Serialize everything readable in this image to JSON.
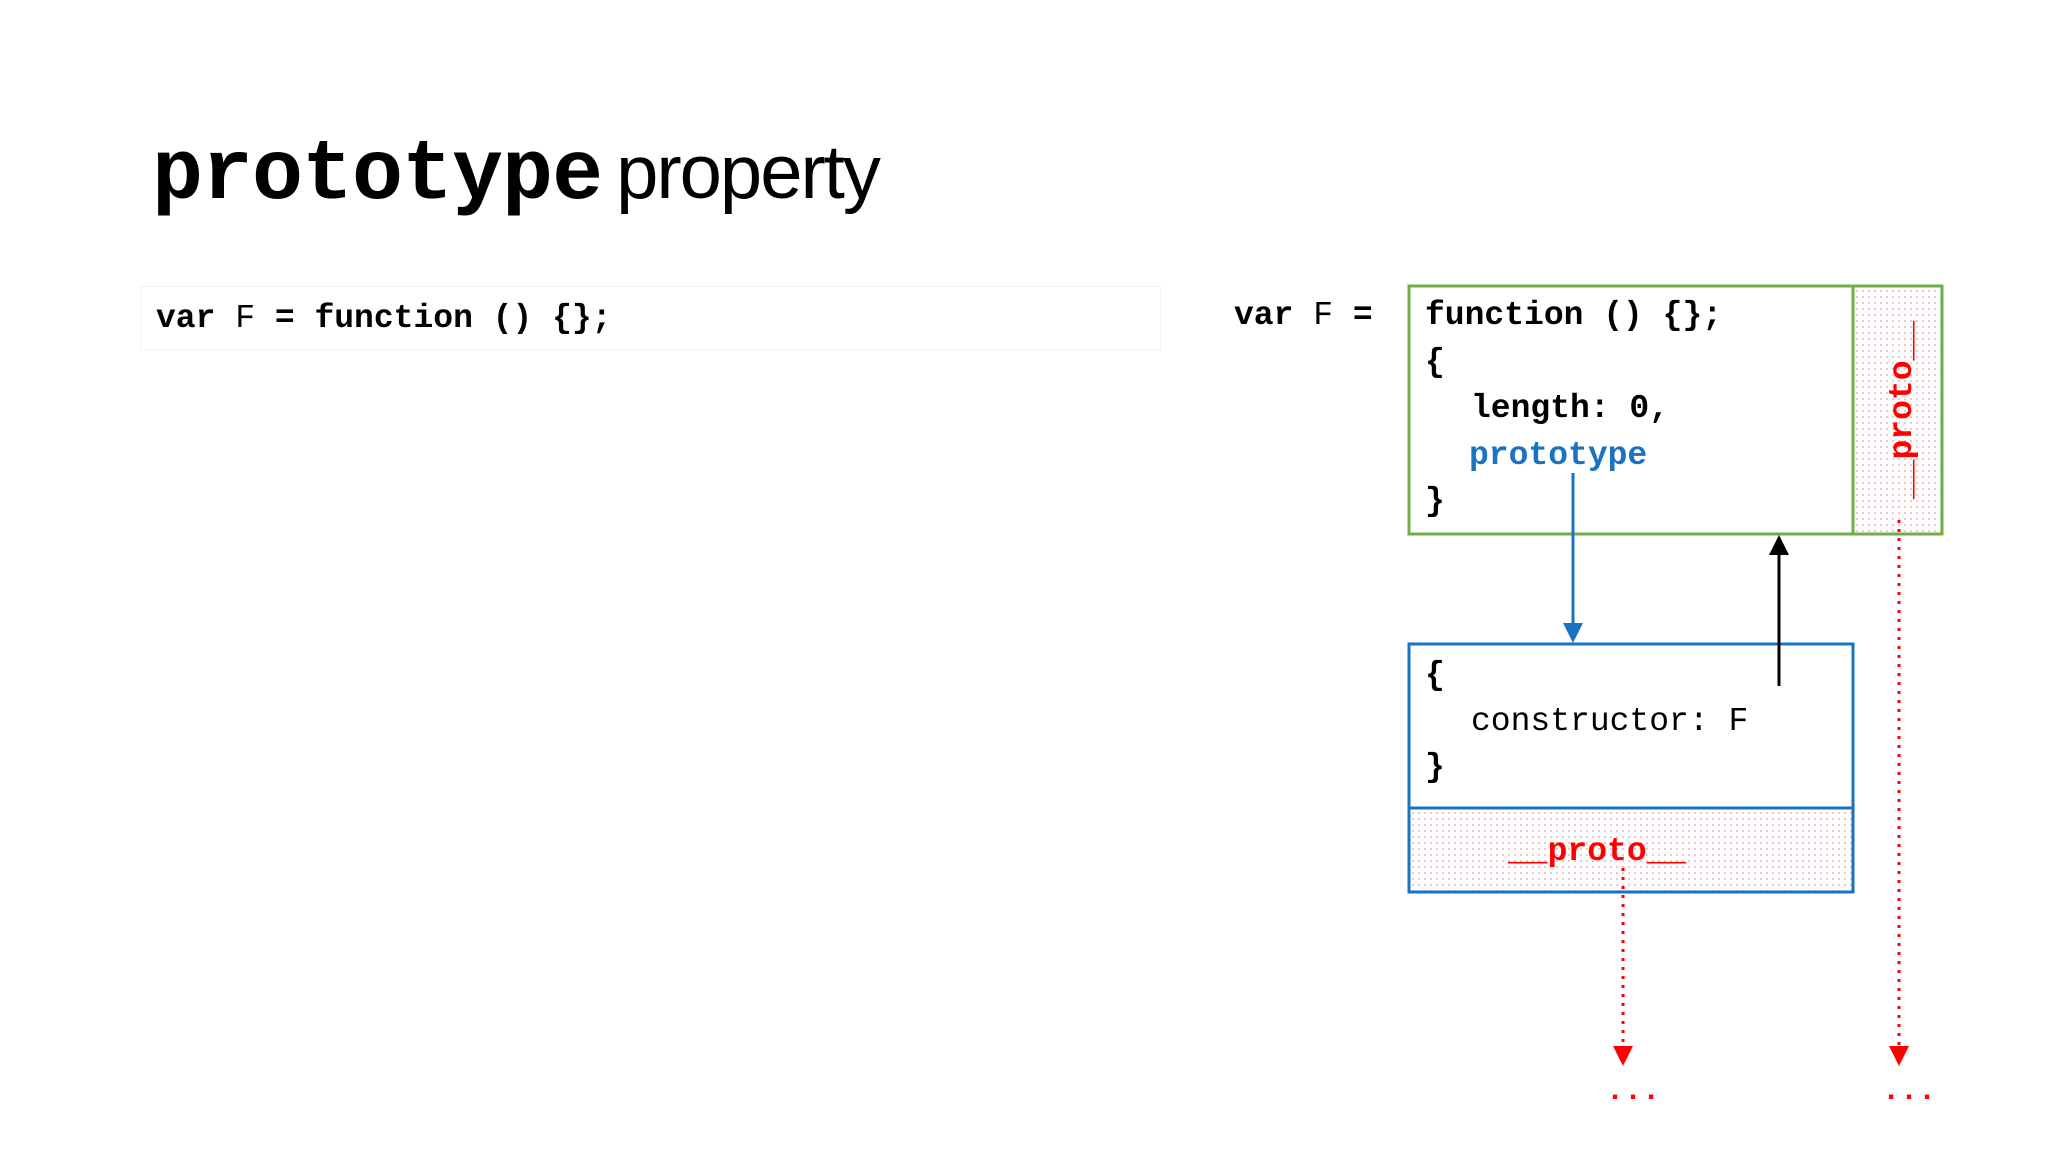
{
  "title": {
    "keyword": "prototype",
    "rest": "property"
  },
  "left_code": {
    "var_kw": "var",
    "name": " F ",
    "eq": "= function () {};"
  },
  "diagram": {
    "decl": {
      "var_kw": "var",
      "name": " F ",
      "eq": "="
    },
    "function_object": {
      "header": "function () {};",
      "open_brace": "{",
      "length_line": "length: 0,",
      "prototype_label": "prototype",
      "close_brace": "}",
      "proto_label": "__proto__"
    },
    "prototype_object": {
      "open_brace": "{",
      "constructor_line": "constructor: F",
      "close_brace": "}",
      "proto_label": "__proto__"
    },
    "ellipsis_left": "...",
    "ellipsis_right": "..."
  },
  "colors": {
    "green": "#70ad47",
    "blue": "#1a73c1",
    "red": "#ff0000",
    "black": "#000000"
  }
}
